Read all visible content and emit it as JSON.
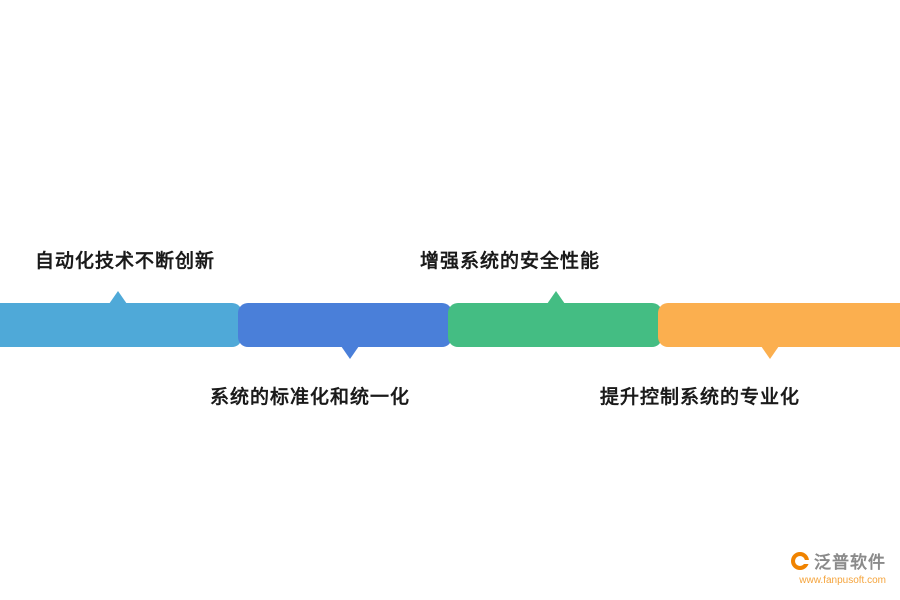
{
  "diagram": {
    "items": [
      {
        "label": "自动化技术不断创新",
        "color": "#4fa9d8",
        "position": "top"
      },
      {
        "label": "系统的标准化和统一化",
        "color": "#4a7fd9",
        "position": "bottom"
      },
      {
        "label": "增强系统的安全性能",
        "color": "#44bd83",
        "position": "top"
      },
      {
        "label": "提升控制系统的专业化",
        "color": "#fbaf4f",
        "position": "bottom"
      }
    ]
  },
  "watermark": {
    "brand": "泛普软件",
    "url": "www.fanpusoft.com",
    "logo_color": "#f08300"
  }
}
